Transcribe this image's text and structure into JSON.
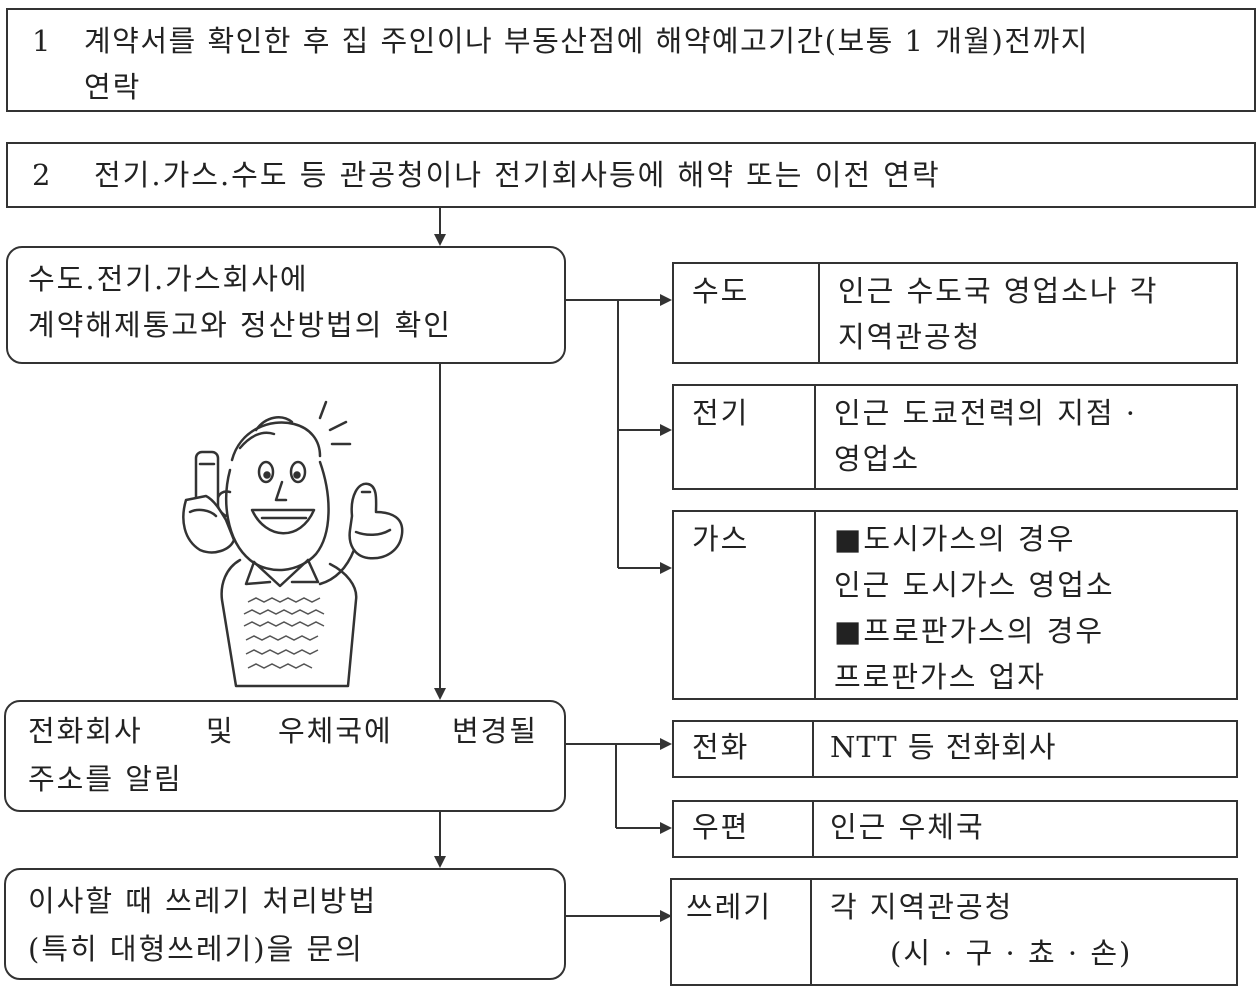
{
  "steps": {
    "step1": {
      "num": "1",
      "line1": "계약서를 확인한 후 집 주인이나 부동산점에 해약예고기간(보통 1 개월)전까지",
      "line2": "연락"
    },
    "step2": {
      "num": "2",
      "text": "전기.가스.수도 등 관공청이나 전기회사등에 해약 또는 이전 연락"
    }
  },
  "actions": {
    "utilities": {
      "line1": "수도.전기.가스회사에",
      "line2": "계약해제통고와 정산방법의 확인"
    },
    "phone_post": {
      "line1a": "전화회사",
      "line1b": "및",
      "line1c": "우체국에",
      "line1d": "변경될",
      "line2": "주소를 알림"
    },
    "garbage": {
      "line1": "이사할 때 쓰레기 처리방법",
      "line2": "(특히 대형쓰레기)을 문의"
    }
  },
  "contacts": {
    "water": {
      "label": "수도",
      "line1": "인근 수도국 영업소나 각",
      "line2": "지역관공청"
    },
    "electricity": {
      "label": "전기",
      "line1": "인근 도쿄전력의 지점 ·",
      "line2": "영업소"
    },
    "gas": {
      "label": "가스",
      "line1": "■도시가스의 경우",
      "line2": "인근 도시가스 영업소",
      "line3": "■프로판가스의 경우",
      "line4": "프로판가스 업자"
    },
    "phone": {
      "label": "전화",
      "text": "NTT 등 전화회사"
    },
    "post": {
      "label": "우편",
      "text": "인근 우체국"
    },
    "garbage": {
      "label": "쓰레기",
      "line1": "각 지역관공청",
      "line2": "(시 · 구 · 쵸 · 손)"
    }
  }
}
